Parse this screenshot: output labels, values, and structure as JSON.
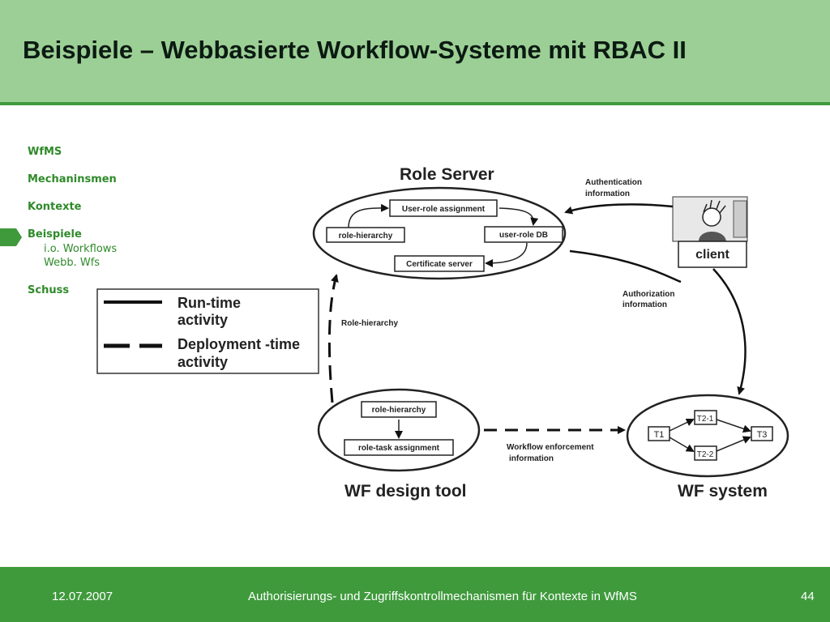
{
  "slide": {
    "title": "Beispiele – Webbasierte Workflow-Systeme mit RBAC II"
  },
  "nav": {
    "items": [
      {
        "label": "WfMS"
      },
      {
        "label": "Mechaninsmen"
      },
      {
        "label": "Kontexte"
      },
      {
        "label": "Beispiele",
        "active": true
      },
      {
        "label": "Schuss"
      }
    ],
    "subitems": [
      "i.o. Workflows",
      "Webb. Wfs"
    ]
  },
  "diagram": {
    "role_server": {
      "title": "Role Server",
      "boxes": [
        "User-role assignment",
        "role-hierarchy",
        "user-role DB",
        "Certificate server"
      ]
    },
    "client": {
      "label": "client"
    },
    "wf_design_tool": {
      "title": "WF design tool",
      "boxes": [
        "role-hierarchy",
        "role-task assignment"
      ]
    },
    "wf_system": {
      "title": "WF system",
      "tasks": [
        "T1",
        "T2-1",
        "T2-2",
        "T3"
      ]
    },
    "labels": {
      "auth_info_1": "Authentication",
      "auth_info_2": "information",
      "authz_info_1": "Authorization",
      "authz_info_2": "information",
      "role_hierarchy_edge": "Role-hierarchy",
      "wf_enf_1": "Workflow enforcement",
      "wf_enf_2": "information"
    },
    "legend": {
      "runtime_1": "Run-time",
      "runtime_2": "activity",
      "deploy_1": "Deployment -time",
      "deploy_2": "activity"
    }
  },
  "footer": {
    "date": "12.07.2007",
    "caption": "Authorisierungs- und Zugriffskontrollmechanismen für Kontexte in WfMS",
    "page": "44"
  },
  "colors": {
    "header_bg": "#9ccf95",
    "accent_green": "#3f9a3c",
    "nav_green": "#2f8a2a"
  }
}
